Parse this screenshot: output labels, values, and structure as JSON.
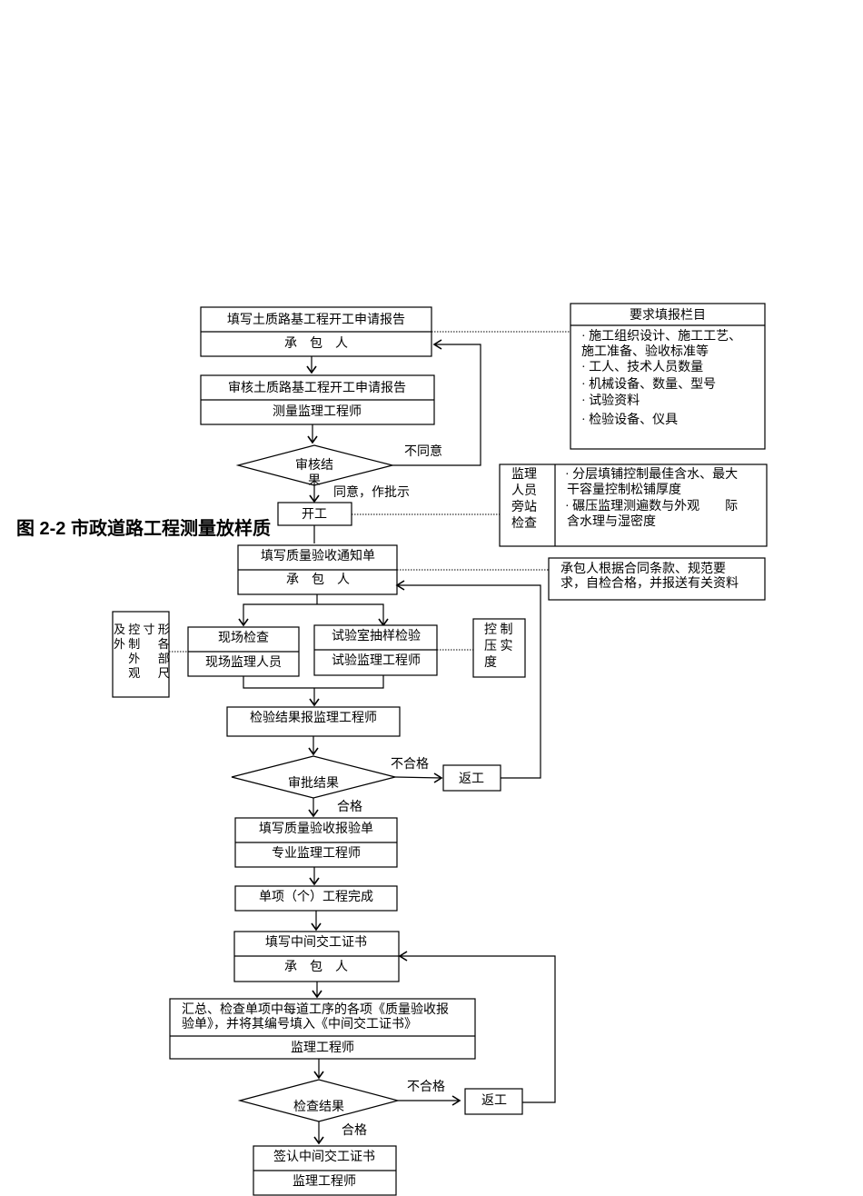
{
  "title": "图 2-2 市政道路工程测量放样质",
  "top": {
    "apply_box": {
      "title": "填写土质路基工程开工申请报告",
      "role": "承　包　人"
    },
    "review_box": {
      "title": "审核土质路基工程开工申请报告",
      "role": "测量监理工程师"
    },
    "decision": {
      "line1": "审核结",
      "line2": "果"
    },
    "reject_label": "不同意",
    "approve_label": "同意，作批示",
    "start_label": "开工",
    "requirements": {
      "header": "要求填报栏目",
      "lines": [
        "· 施工组织设计、施工工艺、",
        "施工准备、验收标准等",
        "· 工人、技术人员数量",
        "· 机械设备、数量、型号",
        "· 试验资料",
        "· 检验设备、仪具"
      ]
    },
    "supervision": {
      "left": [
        "监理",
        "人员",
        "旁站",
        "检查"
      ],
      "right": [
        "· 分层填铺控制最佳含水、最大",
        "干容量控制松铺厚度",
        "· 碾压监理测遍数与外观　　际",
        "含水理与湿密度"
      ]
    }
  },
  "middle": {
    "notice_box": {
      "title": "填写质量验收通知单",
      "role": "承　包　人"
    },
    "notice_note": [
      "承包人根据合同条款、规范要",
      "求，自检合格，并报送有关资料"
    ],
    "field_box": {
      "title": "现场检查",
      "role": "现场监理人员"
    },
    "lab_box": {
      "title": "试验室抽样检验",
      "role": "试验监理工程师"
    },
    "field_note": [
      "及 控 寸 形",
      "外 制 　 各",
      "　 外 　 部",
      "　 观 　 尺"
    ],
    "lab_note": [
      "控 制",
      "压 实",
      "度"
    ],
    "report_box": "检验结果报监理工程师",
    "decision": "审批结果",
    "fail_label": "不合格",
    "rework_label": "返工",
    "pass_label": "合格",
    "inspection_box": {
      "title": "填写质量验收报验单",
      "role": "专业监理工程师"
    },
    "complete_box": "单项（个）工程完成"
  },
  "bottom": {
    "cert_box": {
      "title": "填写中间交工证书",
      "role": "承　包　人"
    },
    "summary_box": {
      "line1": "汇总、检查单项中每道工序的各项《质量验收报",
      "line2": "验单》，并将其编号填入《中间交工证书》",
      "role": "监理工程师"
    },
    "decision": "检查结果",
    "fail_label": "不合格",
    "rework_label": "返工",
    "pass_label": "合格",
    "sign_box": {
      "title": "签认中间交工证书",
      "role": "监理工程师"
    }
  }
}
